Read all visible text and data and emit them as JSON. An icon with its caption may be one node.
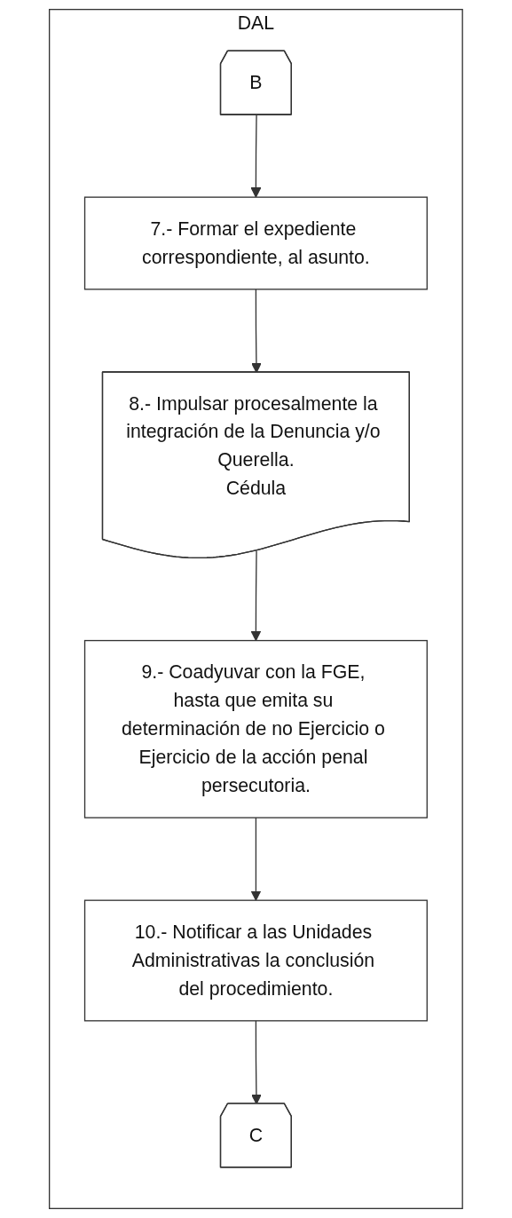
{
  "diagram": {
    "nodes": [
      {
        "text": [
          "DAL"
        ]
      },
      {
        "text": [
          "B"
        ],
        "in": 0
      },
      {
        "text": [
          "7.- Formar el expediente correspondiente, al asunto."
        ],
        "in": 0
      },
      {
        "text": [
          "8.- Impulsar procesalmente la integración de la Denuncia y/o Querella.",
          "Cédula"
        ],
        "in": 0
      },
      {
        "text": [
          "9.- Coadyuvar con la FGE, hasta que emita su determinación de no Ejercicio o Ejercicio de la acción penal persecutoria."
        ],
        "in": 0
      },
      {
        "text": [
          "10.- Notificar a las Unidades Administrativas la conclusión del procedimiento."
        ],
        "in": 0
      },
      {
        "text": [
          "C"
        ],
        "in": 0
      }
    ],
    "edges": [
      {
        "from": 1,
        "to": 2,
        "arrow": "to"
      },
      {
        "from": 2,
        "to": 3,
        "arrow": "to"
      },
      {
        "from": 3,
        "to": 4,
        "arrow": "to"
      },
      {
        "from": 4,
        "to": 5,
        "arrow": "to"
      },
      {
        "from": 5,
        "to": 6,
        "arrow": "to"
      }
    ]
  }
}
